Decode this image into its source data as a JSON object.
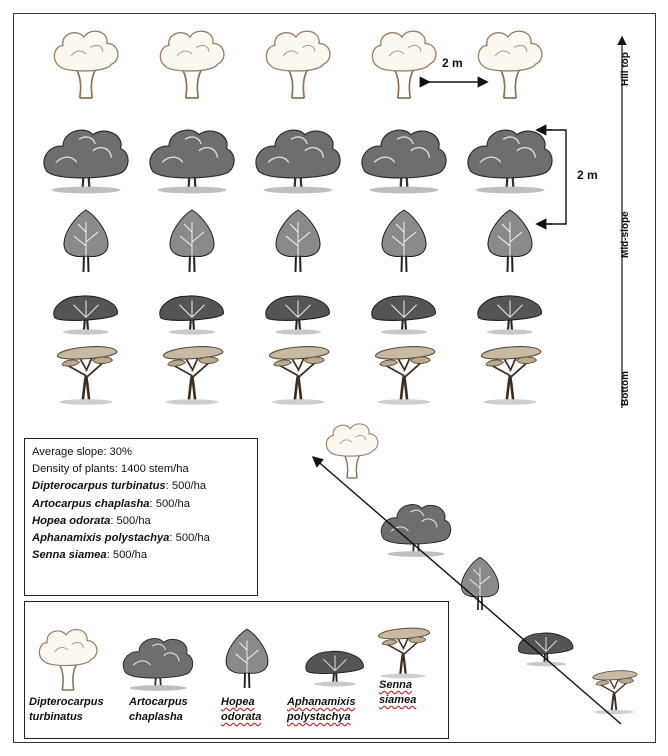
{
  "dimensions": {
    "horizontal_spacing": "2 m",
    "vertical_spacing": "2 m"
  },
  "slope_labels": {
    "top": "Hill top",
    "middle": "Mid-slope",
    "bottom": "Bottom"
  },
  "info": {
    "average_slope": "Average slope: 30%",
    "density": "Density of plants: 1400 stem/ha",
    "species": [
      {
        "name": "Dipterocarpus turbinatus",
        "value": ": 500/ha"
      },
      {
        "name": "Artocarpus chaplasha",
        "value": ": 500/ha"
      },
      {
        "name": "Hopea odorata",
        "value": ": 500/ha"
      },
      {
        "name": "Aphanamixis polystachya",
        "value": ": 500/ha"
      },
      {
        "name": "Senna siamea",
        "value": ": 500/ha"
      }
    ]
  },
  "legend": [
    {
      "icon": "dipterocarpus-tree-icon",
      "label": "Dipterocarpus\nturbinatus"
    },
    {
      "icon": "artocarpus-tree-icon",
      "label": "Artocarpus\nchaplasha"
    },
    {
      "icon": "hopea-tree-icon",
      "label": "Hopea\nodorata"
    },
    {
      "icon": "aphanamixis-tree-icon",
      "label": "Aphanamixis\npolystachya"
    },
    {
      "icon": "senna-tree-icon",
      "label": "Senna\nsiamea"
    }
  ]
}
